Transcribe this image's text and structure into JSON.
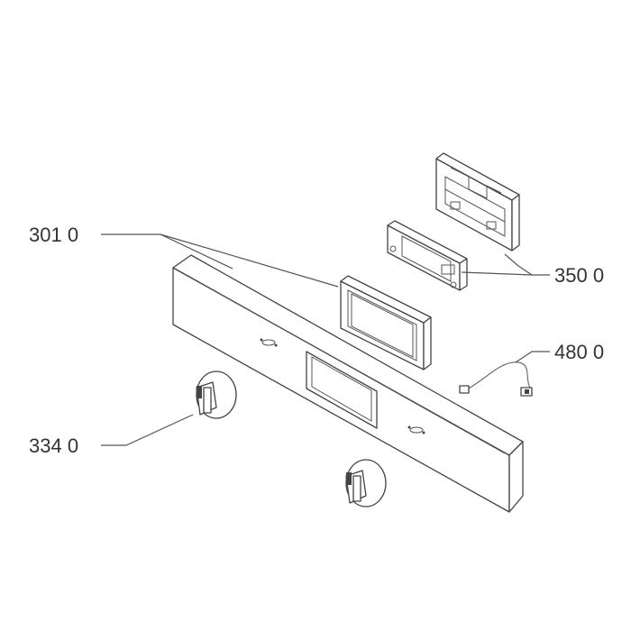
{
  "callouts": [
    {
      "id": "control-panel",
      "label": "301 0"
    },
    {
      "id": "electronic-module",
      "label": "350 0"
    },
    {
      "id": "wire-harness",
      "label": "480 0"
    },
    {
      "id": "knob",
      "label": "334 0"
    }
  ],
  "colors": {
    "line": "#444444",
    "text": "#333333",
    "background": "#ffffff"
  }
}
